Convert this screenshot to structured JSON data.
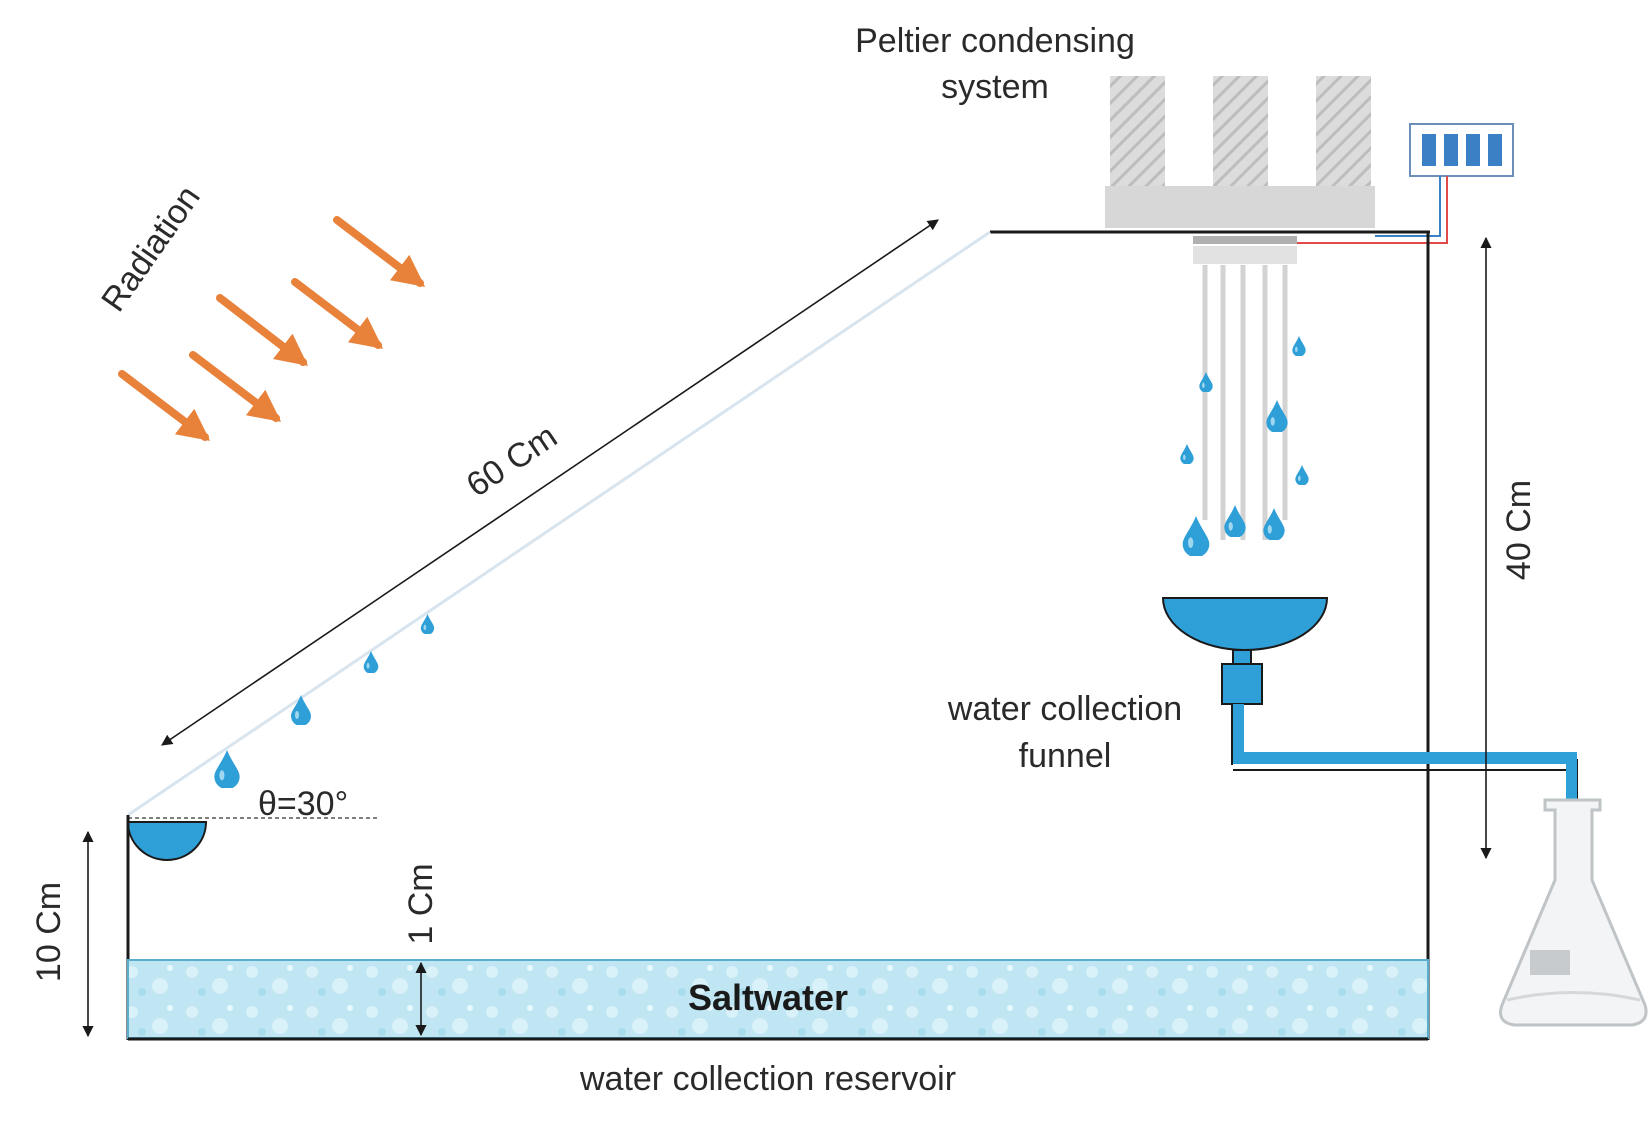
{
  "labels": {
    "peltier_line1": "Peltier condensing",
    "peltier_line2": "system",
    "radiation": "Radiation",
    "length_60": "60 Cm",
    "height_40": "40 Cm",
    "height_10": "10 Cm",
    "depth_1": "1 Cm",
    "angle": "θ=30°",
    "funnel_line1": "water collection",
    "funnel_line2": "funnel",
    "saltwater": "Saltwater",
    "reservoir": "water collection reservoir"
  },
  "colors": {
    "radiation_arrow": "#e8823a",
    "water": "#2f9fd8",
    "water_light": "#bfe6f2",
    "outline": "#1a1a1a",
    "peltier_gray": "#d7d7d7",
    "wire_red": "#e04a4a",
    "wire_blue": "#3b7fc4"
  },
  "icons": {
    "radiation_arrows": "arrow-down-right-icon",
    "droplet": "water-droplet-icon",
    "flask": "erlenmeyer-flask-icon",
    "controller": "controller-box-icon"
  }
}
